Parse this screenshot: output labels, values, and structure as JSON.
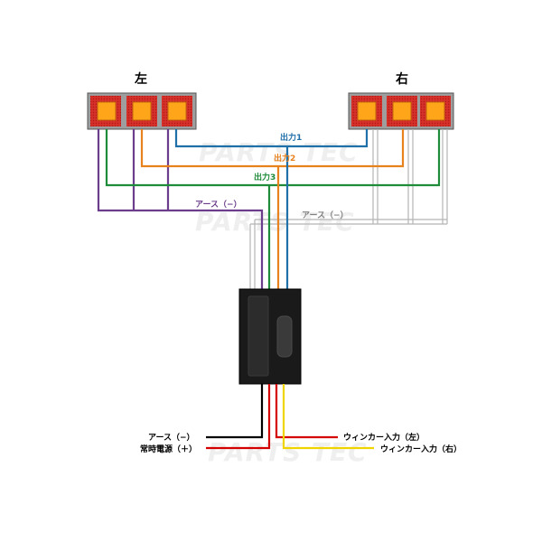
{
  "title_left": "左",
  "title_right": "右",
  "watermark": "PARTS TEC",
  "wires": {
    "output1": "出力1",
    "output2": "出力2",
    "output3": "出力3",
    "ground_left": "アース（−）",
    "ground_right": "アース（−）"
  },
  "inputs": {
    "ground": "アース（−）",
    "power": "常時電源（＋）",
    "winker_left": "ウィンカー入力（左）",
    "winker_right": "ウィンカー入力（右）"
  },
  "colors": {
    "output1": "#1f6fa8",
    "output2": "#e8821e",
    "output3": "#1e8c3a",
    "ground_left": "#6b3d8c",
    "ground_right": "#9a9a9a",
    "lamp_housing": "#d6302a",
    "lamp_lens": "#ffa51a",
    "module": "#1a1a1a",
    "input_ground": "#000000",
    "input_power": "#d40000",
    "input_winker_left": "#d40000",
    "input_winker_right": "#f0d400"
  }
}
